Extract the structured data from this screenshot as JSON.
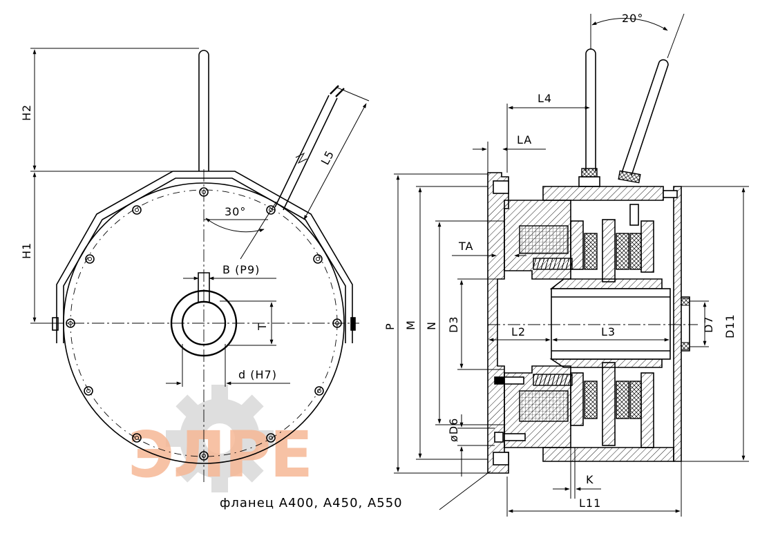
{
  "title": "",
  "labels": {
    "h2": "H2",
    "h1": "H1",
    "l5": "L5",
    "angle_30": "30°",
    "b_p9": "B (P9)",
    "t": "T",
    "d_h7": "d (H7)",
    "angle_20": "20°",
    "l4": "L4",
    "la": "LA",
    "ta": "TA",
    "p": "P",
    "m": "M",
    "n": "N",
    "d3": "D3",
    "l2": "L2",
    "l3": "L3",
    "d7": "D7",
    "d11": "D11",
    "d6": "øD6",
    "k": "K",
    "l11": "L11"
  },
  "caption": "фланец А400, А450, А550",
  "watermark": {
    "text": "ЭЛРЕ",
    "color": "#f3b08e",
    "gear_color": "#d9d9d9"
  }
}
